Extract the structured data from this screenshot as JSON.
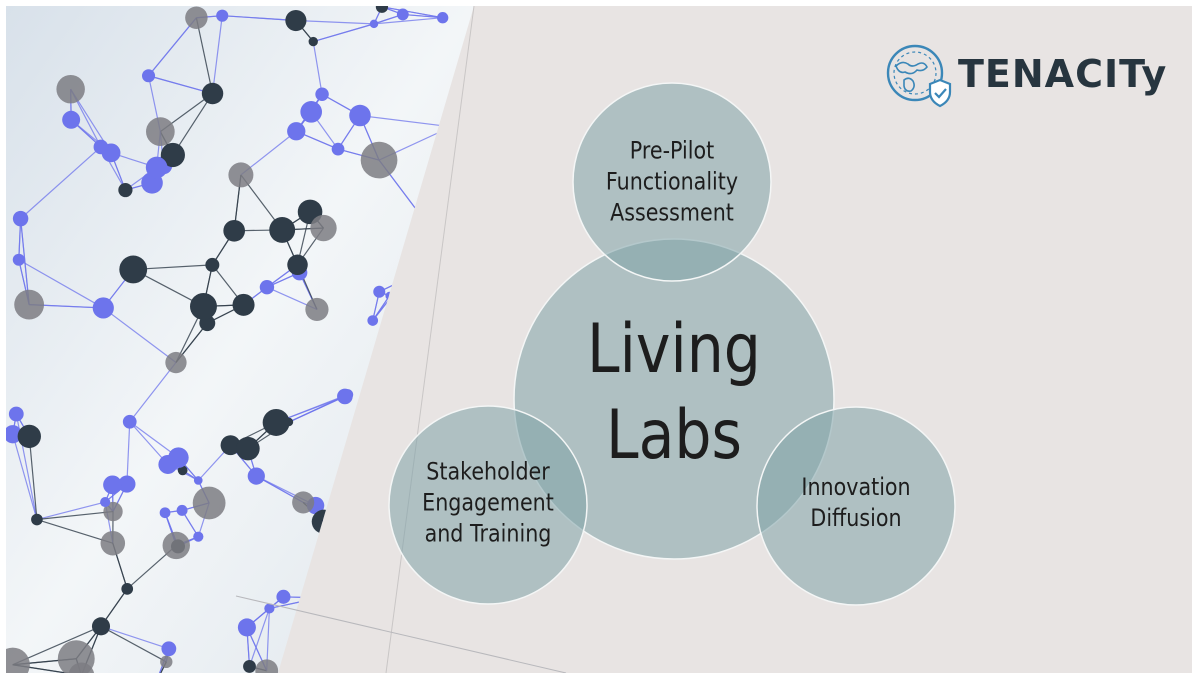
{
  "logo": {
    "text": "TENACITy",
    "icon": "globe-shield-icon"
  },
  "diagram": {
    "center": {
      "lines": [
        "Living",
        "Labs"
      ]
    },
    "satellites": [
      {
        "id": "pre-pilot",
        "lines": [
          "Pre-Pilot",
          "Functionality",
          "Assessment"
        ]
      },
      {
        "id": "stakeholder",
        "lines": [
          "Stakeholder",
          "Engagement",
          "and Training"
        ]
      },
      {
        "id": "innovation",
        "lines": [
          "Innovation",
          "Diffusion"
        ]
      }
    ]
  },
  "colors": {
    "background": "#e8e4e3",
    "circle_fill": "#7fa3a7",
    "circle_stroke": "#f4f6f6",
    "node_dark": "#2f3c48",
    "node_gray": "#7c7d83",
    "node_blue": "#6d74ec",
    "logo_dark": "#27353f",
    "logo_blue": "#3b87b8"
  }
}
